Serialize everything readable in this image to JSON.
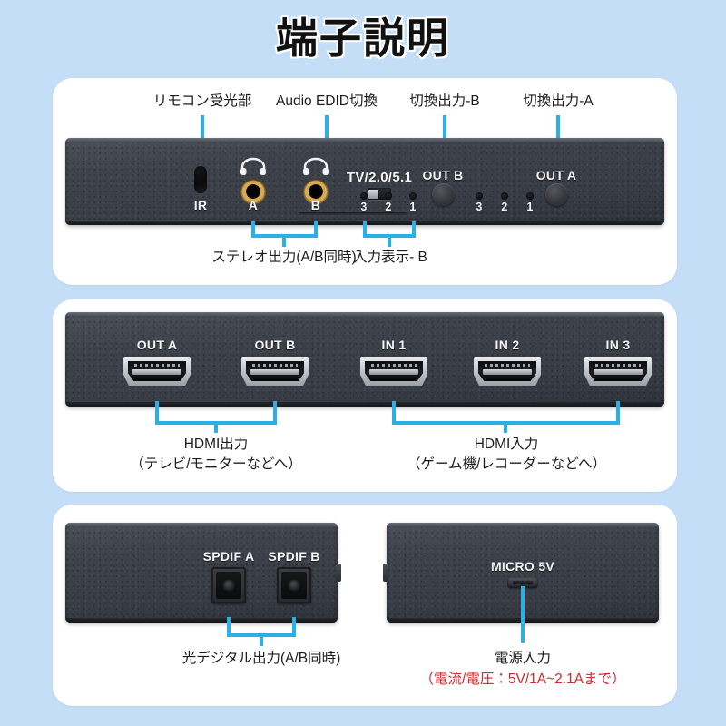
{
  "title": "端子説明",
  "colors": {
    "background": "#c4def8",
    "panel": "#ffffff",
    "pointer": "#2ab0e6",
    "chassis": "#3e424a",
    "note_red": "#d02a2a"
  },
  "panel1": {
    "top_labels": [
      {
        "text": "リモコン受光部"
      },
      {
        "text": "Audio EDID切換"
      },
      {
        "text": "切換出力-B"
      },
      {
        "text": "切換出力-A"
      }
    ],
    "silk": {
      "ir": "IR",
      "jack_a": "A",
      "jack_b": "B",
      "edid_modes": "TV/2.0/5.1",
      "out_b": "OUT B",
      "out_a": "OUT A"
    },
    "led_group_b": [
      "3",
      "2",
      "1"
    ],
    "led_group_a": [
      "3",
      "2",
      "1"
    ],
    "bottom_labels": [
      {
        "text": "ステレオ出力(A/B同時)"
      },
      {
        "text": "入力表示- B"
      }
    ]
  },
  "panel2": {
    "ports": [
      {
        "label": "OUT A"
      },
      {
        "label": "OUT B"
      },
      {
        "label": "IN 1"
      },
      {
        "label": "IN 2"
      },
      {
        "label": "IN 3"
      }
    ],
    "captions": [
      {
        "line1": "HDMI出力",
        "line2": "（テレビ/モニターなどへ）"
      },
      {
        "line1": "HDMI入力",
        "line2": "（ゲーム機/レコーダーなどへ）"
      }
    ]
  },
  "panel3": {
    "left_device": {
      "ports": [
        {
          "label": "SPDIF A"
        },
        {
          "label": "SPDIF B"
        }
      ],
      "caption": "光デジタル出力(A/B同時)"
    },
    "right_device": {
      "port": {
        "label": "MICRO 5V"
      },
      "caption": "電源入力",
      "note": "（電流/電圧：5V/1A~2.1Aまで）"
    }
  }
}
